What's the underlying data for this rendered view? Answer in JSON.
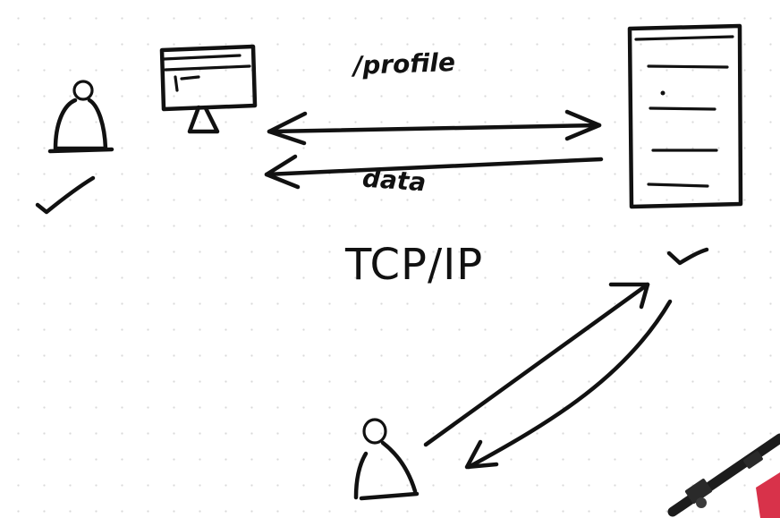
{
  "diagram": {
    "labels": {
      "request": "/profile",
      "response": "data",
      "protocol": "TCP/IP"
    },
    "colors": {
      "ink": "#111111",
      "background": "#ffffff",
      "grid_dot": "#d9d9d9",
      "stand_red": "#d8324a"
    }
  }
}
